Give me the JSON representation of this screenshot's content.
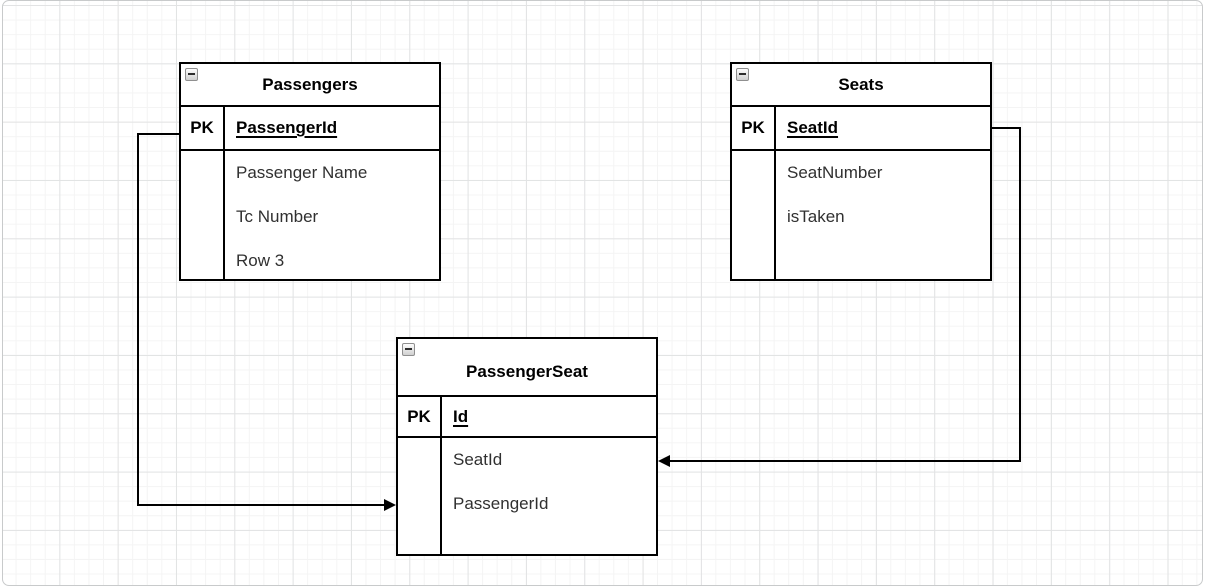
{
  "diagram": {
    "entities": [
      {
        "title": "Passengers",
        "pk_label": "PK",
        "pk_field": "PassengerId",
        "fields": [
          "Passenger Name",
          "Tc Number",
          "Row 3"
        ]
      },
      {
        "title": "Seats",
        "pk_label": "PK",
        "pk_field": "SeatId",
        "fields": [
          "SeatNumber",
          "isTaken"
        ]
      },
      {
        "title": "PassengerSeat",
        "pk_label": "PK",
        "pk_field": "Id",
        "fields": [
          "SeatId",
          "PassengerId"
        ]
      }
    ],
    "relationships": [
      {
        "from": "Passengers",
        "to": "PassengerSeat"
      },
      {
        "from": "Seats",
        "to": "PassengerSeat"
      }
    ],
    "colors": {
      "stroke": "#000000",
      "table_fill": "#ffffff",
      "grid_minor": "#f4f4f4",
      "grid_major": "#e2e3e4",
      "frame": "#c8cacb"
    }
  }
}
